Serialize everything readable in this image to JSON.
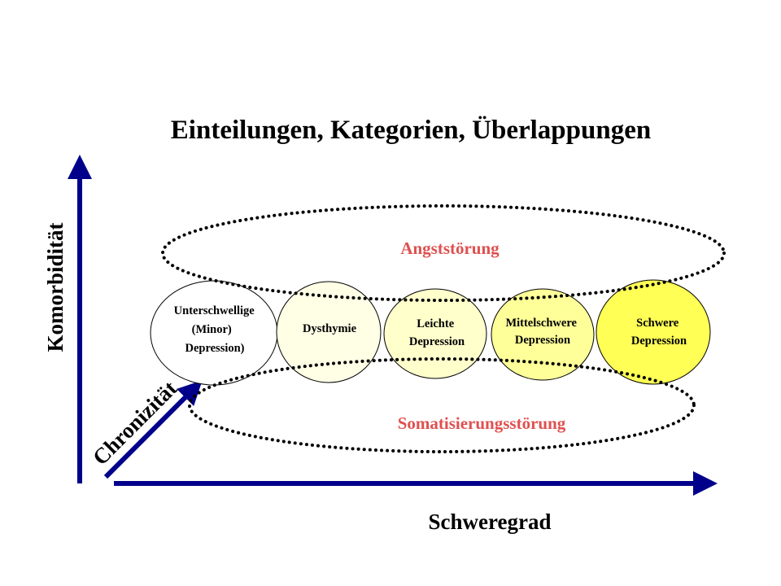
{
  "title": "Einteilungen, Kategorien, Überlappungen",
  "axes": {
    "y_label": "Komorbidität",
    "x_label": "Schweregrad",
    "diagonal_label": "Chronizität",
    "color": "#00008b"
  },
  "clusters": {
    "top": {
      "label": "Angststörung",
      "color": "#e05050"
    },
    "bottom": {
      "label": "Somatisierungsstörung",
      "color": "#e05050"
    }
  },
  "nodes": [
    {
      "id": "minor",
      "lines": [
        "Unterschwellige",
        "(Minor)",
        "Depression)"
      ],
      "fill": "#ffffff"
    },
    {
      "id": "dysthymie",
      "lines": [
        "Dysthymie"
      ],
      "fill": "#ffffe6"
    },
    {
      "id": "leichte",
      "lines": [
        "Leichte",
        "Depression"
      ],
      "fill": "#ffffcc"
    },
    {
      "id": "mittelschwere",
      "lines": [
        "Mittelschwere",
        "Depression"
      ],
      "fill": "#ffff99"
    },
    {
      "id": "schwere",
      "lines": [
        "Schwere",
        "Depression"
      ],
      "fill": "#ffff55"
    }
  ]
}
